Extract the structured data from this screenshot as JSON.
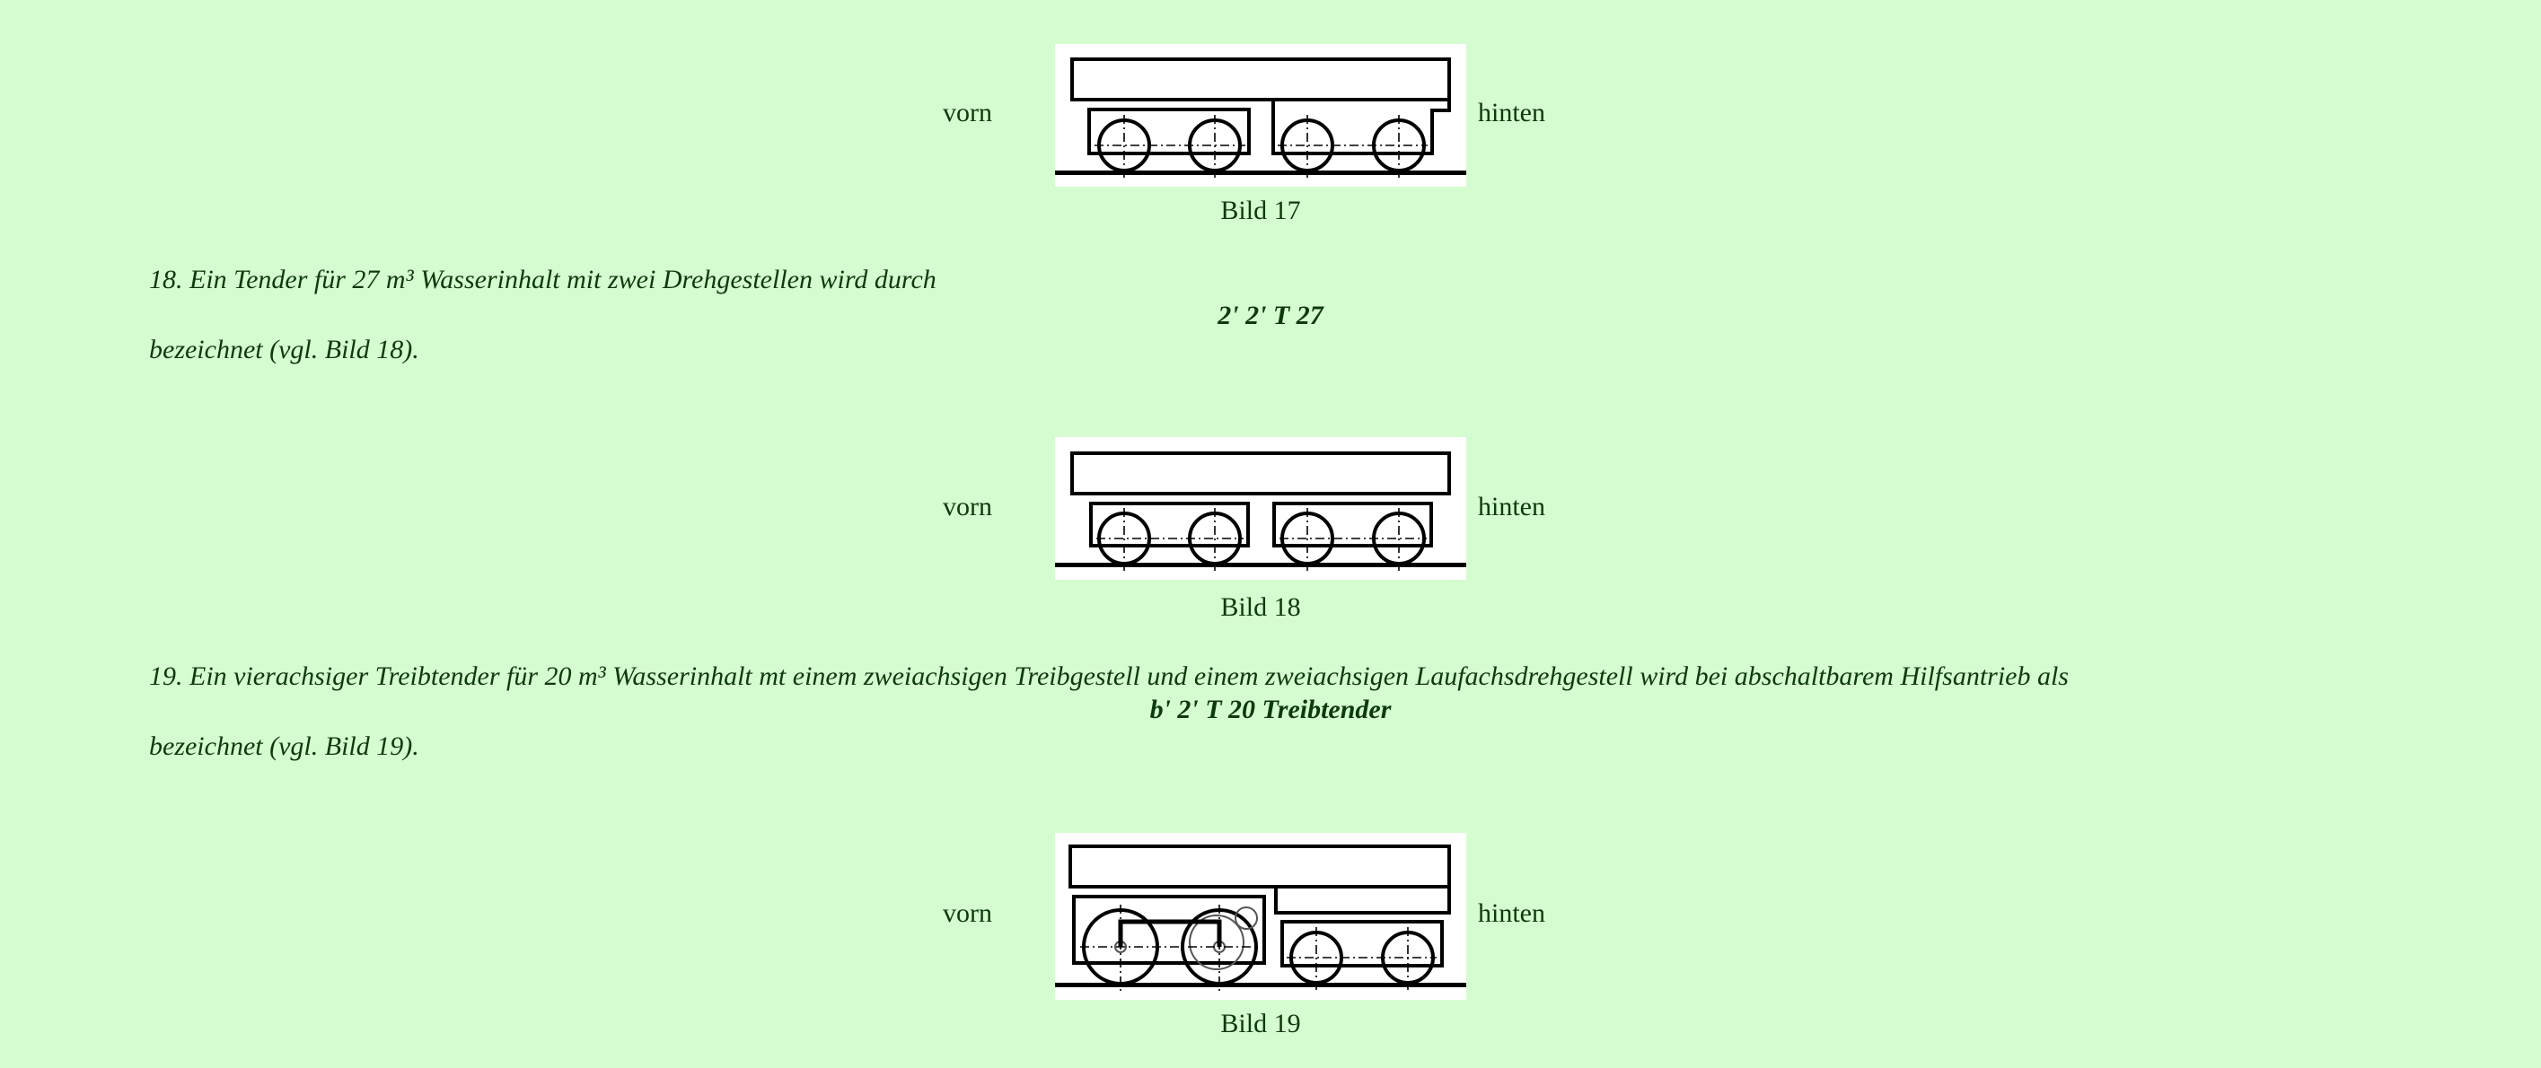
{
  "labels": {
    "front": "vorn",
    "rear": "hinten"
  },
  "figures": {
    "bild17": {
      "caption": "Bild 17"
    },
    "bild18": {
      "caption": "Bild 18"
    },
    "bild19": {
      "caption": "Bild 19"
    }
  },
  "items": {
    "item18": {
      "line1": "18. Ein Tender für 27 m³ Wasserinhalt mit zwei Drehgestellen wird durch",
      "designation": "2' 2' T 27",
      "line2": "bezeichnet (vgl. Bild 18)."
    },
    "item19": {
      "line1": "19. Ein vierachsiger Treibtender für 20 m³ Wasserinhalt mt einem zweiachsigen Treibgestell und einem zweiachsigen Laufachsdrehgestell wird bei abschaltbarem Hilfsantrieb als",
      "designation": "b' 2' T 20 Treibtender",
      "line2": "bezeichnet (vgl. Bild 19)."
    }
  }
}
